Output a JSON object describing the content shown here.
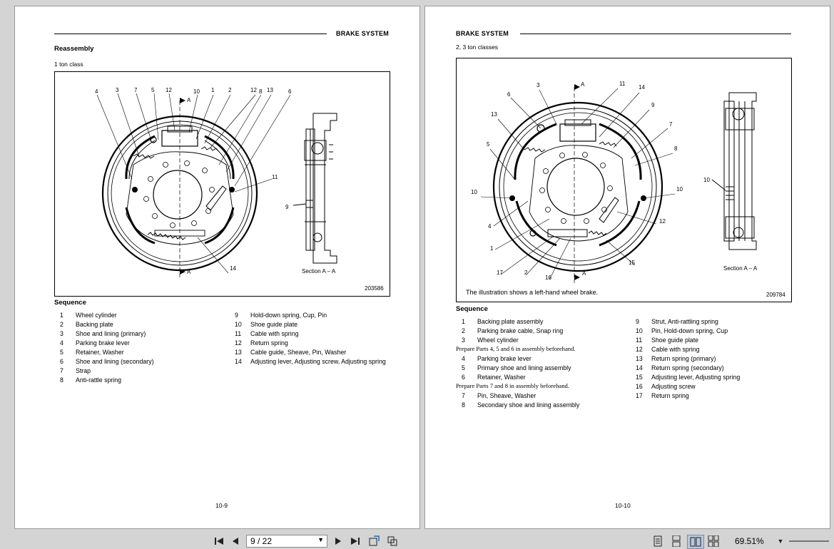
{
  "left_page": {
    "header": "BRAKE SYSTEM",
    "title": "Reassembly",
    "subtitle": "1 ton class",
    "figure": {
      "callouts_top": [
        "4",
        "3",
        "7",
        "5",
        "12",
        "10",
        "1",
        "2",
        "12",
        "8",
        "13",
        "6"
      ],
      "callout_11": "11",
      "callout_9": "9",
      "callout_14": "14",
      "arrow_a_top": "A",
      "arrow_a_bottom": "A",
      "section_label": "Section A – A",
      "figure_number": "203586"
    },
    "sequence_title": "Sequence",
    "sequence_col1": [
      {
        "n": "1",
        "t": "Wheel cylinder"
      },
      {
        "n": "2",
        "t": "Backing plate"
      },
      {
        "n": "3",
        "t": "Shoe and lining (primary)"
      },
      {
        "n": "4",
        "t": "Parking brake lever"
      },
      {
        "n": "5",
        "t": "Retainer, Washer"
      },
      {
        "n": "6",
        "t": "Shoe and lining (secondary)"
      },
      {
        "n": "7",
        "t": "Strap"
      },
      {
        "n": "8",
        "t": "Anti-rattle spring"
      }
    ],
    "sequence_col2": [
      {
        "n": "9",
        "t": "Hold-down spring, Cup, Pin"
      },
      {
        "n": "10",
        "t": "Shoe guide plate"
      },
      {
        "n": "11",
        "t": "Cable with spring"
      },
      {
        "n": "12",
        "t": "Return spring"
      },
      {
        "n": "13",
        "t": "Cable guide, Sheave, Pin, Washer"
      },
      {
        "n": "14",
        "t": "Adjusting lever, Adjusting screw, Adjusting spring"
      }
    ],
    "page_number": "10-9"
  },
  "right_page": {
    "header": "BRAKE SYSTEM",
    "title": "2, 3 ton classes",
    "figure": {
      "callouts": [
        {
          "id": "3",
          "t": "3"
        },
        {
          "id": "11",
          "t": "11"
        },
        {
          "id": "14",
          "t": "14"
        },
        {
          "id": "6",
          "t": "6"
        },
        {
          "id": "13",
          "t": "13"
        },
        {
          "id": "9",
          "t": "9"
        },
        {
          "id": "7",
          "t": "7"
        },
        {
          "id": "5",
          "t": "5"
        },
        {
          "id": "8",
          "t": "8"
        },
        {
          "id": "10a",
          "t": "10"
        },
        {
          "id": "10b",
          "t": "10"
        },
        {
          "id": "10c",
          "t": "10"
        },
        {
          "id": "4",
          "t": "4"
        },
        {
          "id": "12",
          "t": "12"
        },
        {
          "id": "1",
          "t": "1"
        },
        {
          "id": "15",
          "t": "15"
        },
        {
          "id": "17",
          "t": "17"
        },
        {
          "id": "2",
          "t": "2"
        },
        {
          "id": "16",
          "t": "16"
        }
      ],
      "arrow_a_top": "A",
      "arrow_a_bottom": "A",
      "section_label": "Section A – A",
      "note": "The illustration shows a left-hand wheel brake.",
      "figure_number": "209784"
    },
    "sequence_title": "Sequence",
    "sequence_col1": [
      {
        "kind": "item",
        "n": "1",
        "t": "Backing plate assembly"
      },
      {
        "kind": "item",
        "n": "2",
        "t": "Parking brake cable, Snap ring"
      },
      {
        "kind": "item",
        "n": "3",
        "t": "Wheel cylinder"
      },
      {
        "kind": "prep",
        "t": "Prepare Parts 4, 5 and 6 in assembly beforehand."
      },
      {
        "kind": "item",
        "n": "4",
        "t": "Parking brake lever"
      },
      {
        "kind": "item",
        "n": "5",
        "t": "Primary shoe and lining assembly"
      },
      {
        "kind": "item",
        "n": "6",
        "t": "Retainer, Washer"
      },
      {
        "kind": "prep",
        "t": "Prepare Parts 7 and 8 in assembly beforehand."
      },
      {
        "kind": "item",
        "n": "7",
        "t": "Pin, Sheave, Washer"
      },
      {
        "kind": "item",
        "n": "8",
        "t": "Secondary shoe and lining assembly"
      }
    ],
    "sequence_col2": [
      {
        "n": "9",
        "t": "Strut, Anti-rattling spring"
      },
      {
        "n": "10",
        "t": "Pin, Hold-down spring, Cup"
      },
      {
        "n": "11",
        "t": "Shoe guide plate"
      },
      {
        "n": "12",
        "t": "Cable with spring"
      },
      {
        "n": "13",
        "t": "Return spring (primary)"
      },
      {
        "n": "14",
        "t": "Return spring (secondary)"
      },
      {
        "n": "15",
        "t": "Adjusting lever, Adjusting spring"
      },
      {
        "n": "16",
        "t": "Adjusting screw"
      },
      {
        "n": "17",
        "t": "Return spring"
      }
    ],
    "page_number": "10-10"
  },
  "toolbar": {
    "page_indicator": "9 / 22",
    "zoom": "69.51%",
    "icons": [
      "first-page-icon",
      "prev-page-icon",
      "next-page-icon",
      "last-page-icon",
      "fit-width-icon",
      "fit-page-icon",
      "single-page-icon",
      "continuous-icon",
      "two-page-icon",
      "two-page-continuous-icon"
    ]
  }
}
